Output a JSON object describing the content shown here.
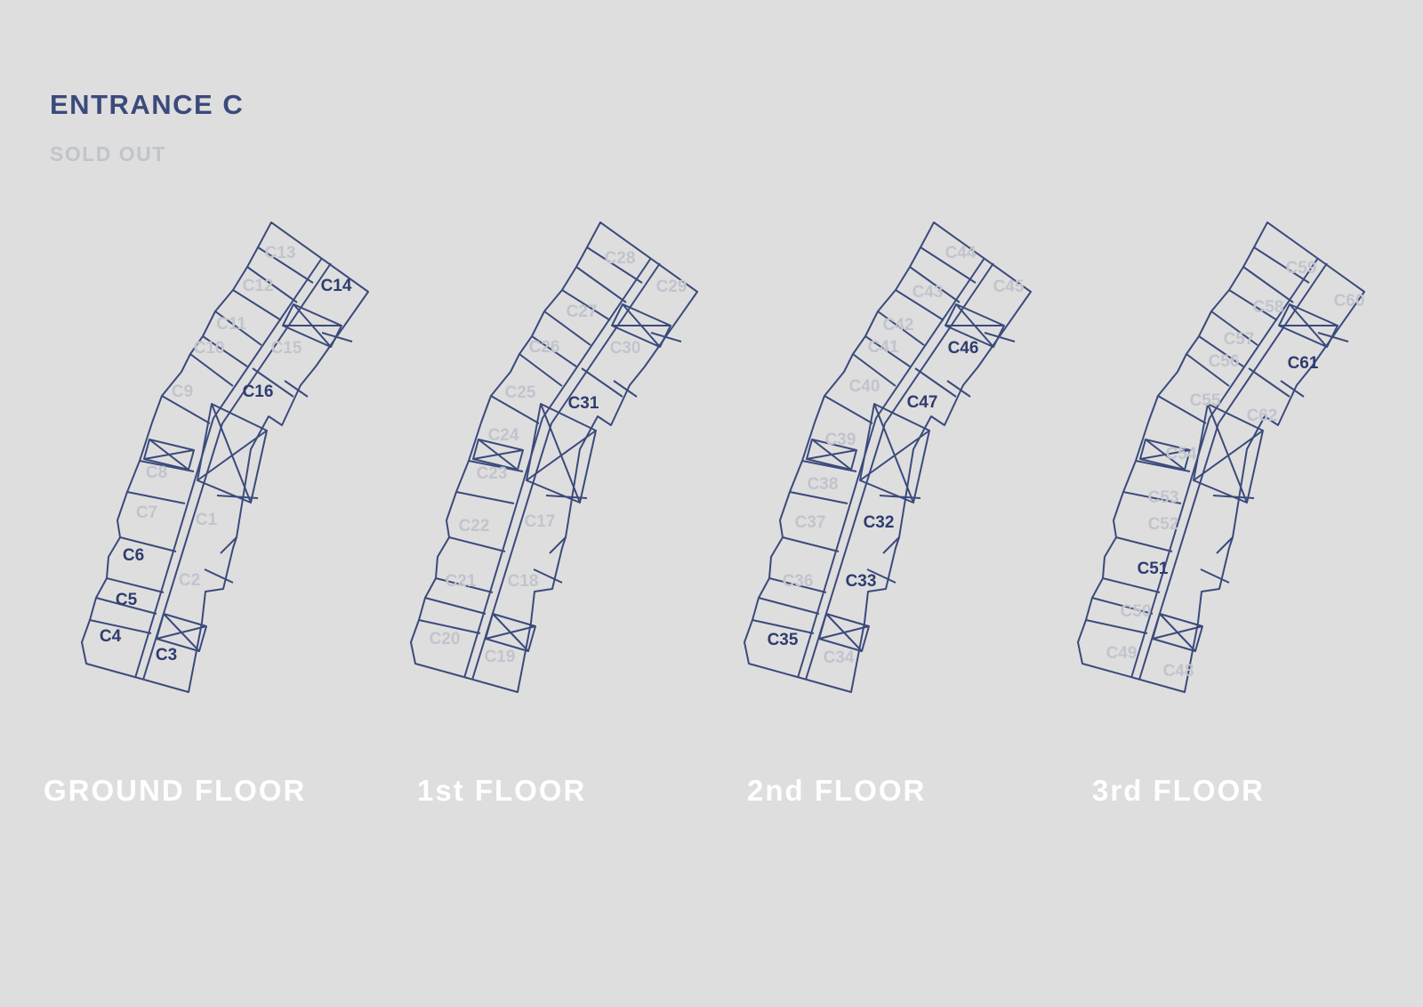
{
  "entrance": {
    "title": "ENTRANCE C",
    "status": "SOLD OUT"
  },
  "colors": {
    "background": "#dedede",
    "line": "#3b4a7c",
    "available": "#2f3c6e",
    "sold": "#c2c4cd",
    "floor_label": "#ffffff"
  },
  "floors": [
    {
      "label": "GROUND FLOOR",
      "units": [
        {
          "id": "C13",
          "status": "sold"
        },
        {
          "id": "C14",
          "status": "available"
        },
        {
          "id": "C12",
          "status": "sold"
        },
        {
          "id": "C11",
          "status": "sold"
        },
        {
          "id": "C10",
          "status": "sold"
        },
        {
          "id": "C15",
          "status": "sold"
        },
        {
          "id": "C9",
          "status": "sold"
        },
        {
          "id": "C16",
          "status": "available"
        },
        {
          "id": "C8",
          "status": "sold"
        },
        {
          "id": "C7",
          "status": "sold"
        },
        {
          "id": "C1",
          "status": "sold"
        },
        {
          "id": "C6",
          "status": "available"
        },
        {
          "id": "C2",
          "status": "sold"
        },
        {
          "id": "C5",
          "status": "available"
        },
        {
          "id": "C4",
          "status": "available"
        },
        {
          "id": "C3",
          "status": "available"
        }
      ]
    },
    {
      "label": "1st FLOOR",
      "units": [
        {
          "id": "C28",
          "status": "sold"
        },
        {
          "id": "C29",
          "status": "sold"
        },
        {
          "id": "C27",
          "status": "sold"
        },
        {
          "id": "C26",
          "status": "sold"
        },
        {
          "id": "C30",
          "status": "sold"
        },
        {
          "id": "C25",
          "status": "sold"
        },
        {
          "id": "C31",
          "status": "available"
        },
        {
          "id": "C24",
          "status": "sold"
        },
        {
          "id": "C23",
          "status": "sold"
        },
        {
          "id": "C22",
          "status": "sold"
        },
        {
          "id": "C17",
          "status": "sold"
        },
        {
          "id": "C21",
          "status": "sold"
        },
        {
          "id": "C18",
          "status": "sold"
        },
        {
          "id": "C20",
          "status": "sold"
        },
        {
          "id": "C19",
          "status": "sold"
        }
      ]
    },
    {
      "label": "2nd FLOOR",
      "units": [
        {
          "id": "C44",
          "status": "sold"
        },
        {
          "id": "C45",
          "status": "sold"
        },
        {
          "id": "C43",
          "status": "sold"
        },
        {
          "id": "C42",
          "status": "sold"
        },
        {
          "id": "C41",
          "status": "sold"
        },
        {
          "id": "C46",
          "status": "available"
        },
        {
          "id": "C40",
          "status": "sold"
        },
        {
          "id": "C47",
          "status": "available"
        },
        {
          "id": "C39",
          "status": "sold"
        },
        {
          "id": "C38",
          "status": "sold"
        },
        {
          "id": "C37",
          "status": "sold"
        },
        {
          "id": "C32",
          "status": "available"
        },
        {
          "id": "C36",
          "status": "sold"
        },
        {
          "id": "C33",
          "status": "available"
        },
        {
          "id": "C35",
          "status": "available"
        },
        {
          "id": "C34",
          "status": "sold"
        }
      ]
    },
    {
      "label": "3rd FLOOR",
      "units": [
        {
          "id": "C59",
          "status": "sold"
        },
        {
          "id": "C60",
          "status": "sold"
        },
        {
          "id": "C58",
          "status": "sold"
        },
        {
          "id": "C57",
          "status": "sold"
        },
        {
          "id": "C56",
          "status": "sold"
        },
        {
          "id": "C61",
          "status": "available"
        },
        {
          "id": "C55",
          "status": "sold"
        },
        {
          "id": "C62",
          "status": "sold"
        },
        {
          "id": "C54",
          "status": "sold"
        },
        {
          "id": "C53",
          "status": "sold"
        },
        {
          "id": "C52",
          "status": "sold"
        },
        {
          "id": "C51",
          "status": "available"
        },
        {
          "id": "C50",
          "status": "sold"
        },
        {
          "id": "C49",
          "status": "sold"
        },
        {
          "id": "C48",
          "status": "sold"
        }
      ]
    }
  ]
}
